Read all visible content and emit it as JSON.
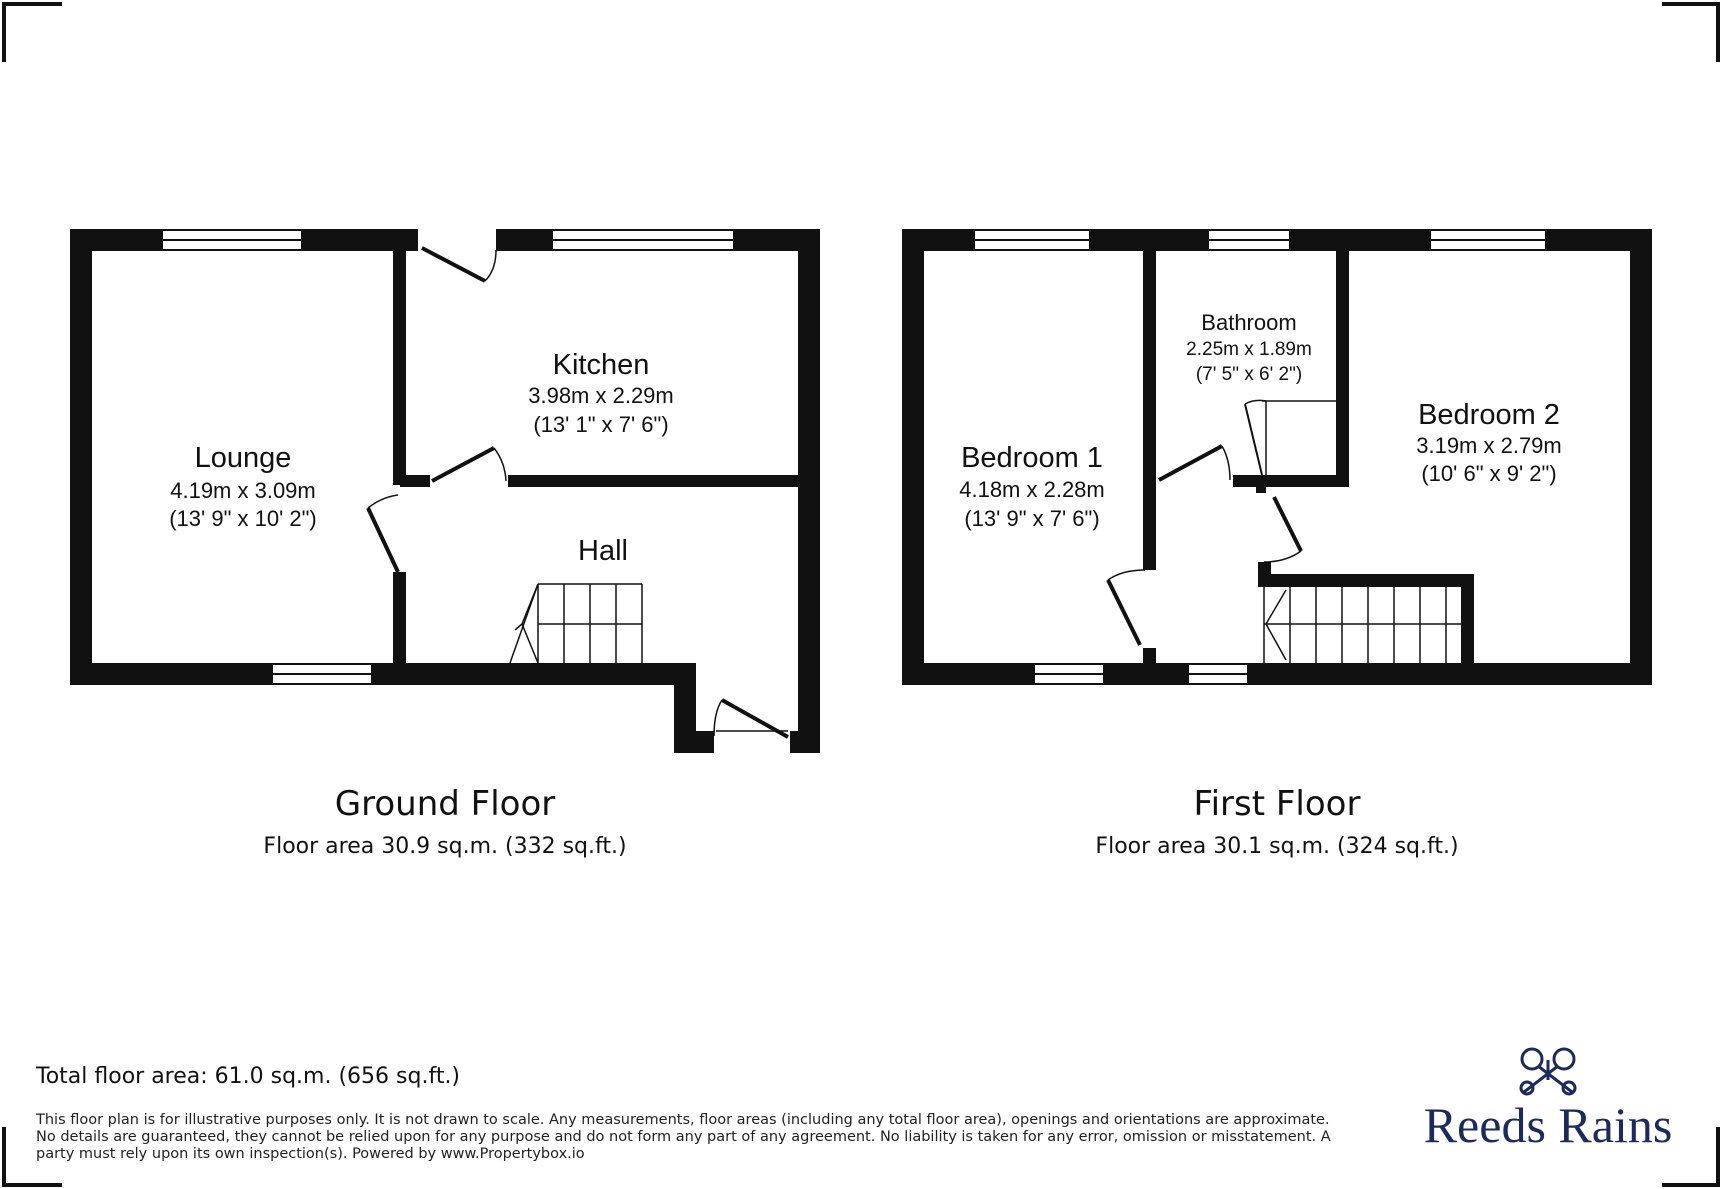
{
  "plan": {
    "ground_floor": {
      "title": "Ground Floor",
      "area": "Floor area 30.9 sq.m. (332 sq.ft.)",
      "rooms": [
        {
          "name": "Lounge",
          "metric": "4.19m x 3.09m",
          "imperial": "(13' 9\" x 10' 2\")"
        },
        {
          "name": "Kitchen",
          "metric": "3.98m x 2.29m",
          "imperial": "(13' 1\" x 7' 6\")"
        },
        {
          "name": "Hall"
        }
      ]
    },
    "first_floor": {
      "title": "First Floor",
      "area": "Floor area 30.1 sq.m. (324 sq.ft.)",
      "rooms": [
        {
          "name": "Bedroom 1",
          "metric": "4.18m x 2.28m",
          "imperial": "(13' 9\" x 7' 6\")"
        },
        {
          "name": "Bathroom",
          "metric": "2.25m x 1.89m",
          "imperial": "(7' 5\" x 6' 2\")"
        },
        {
          "name": "Bedroom 2",
          "metric": "3.19m x 2.79m",
          "imperial": "(10' 6\" x 9' 2\")"
        }
      ]
    },
    "total_area": "Total floor area: 61.0 sq.m. (656 sq.ft.)",
    "disclaimer": "This floor plan is for illustrative purposes only. It is not drawn to scale. Any measurements, floor areas (including any total floor area), openings and orientations are approximate. No details are guaranteed, they cannot be relied upon for any purpose and do not form any part of any agreement. No liability is taken for any error, omission or misstatement. A party must rely upon its own inspection(s). Powered by www.Propertybox.io",
    "brand": "Reeds Rains",
    "colors": {
      "wall": "#111111",
      "brand": "#1c2a5c"
    }
  }
}
